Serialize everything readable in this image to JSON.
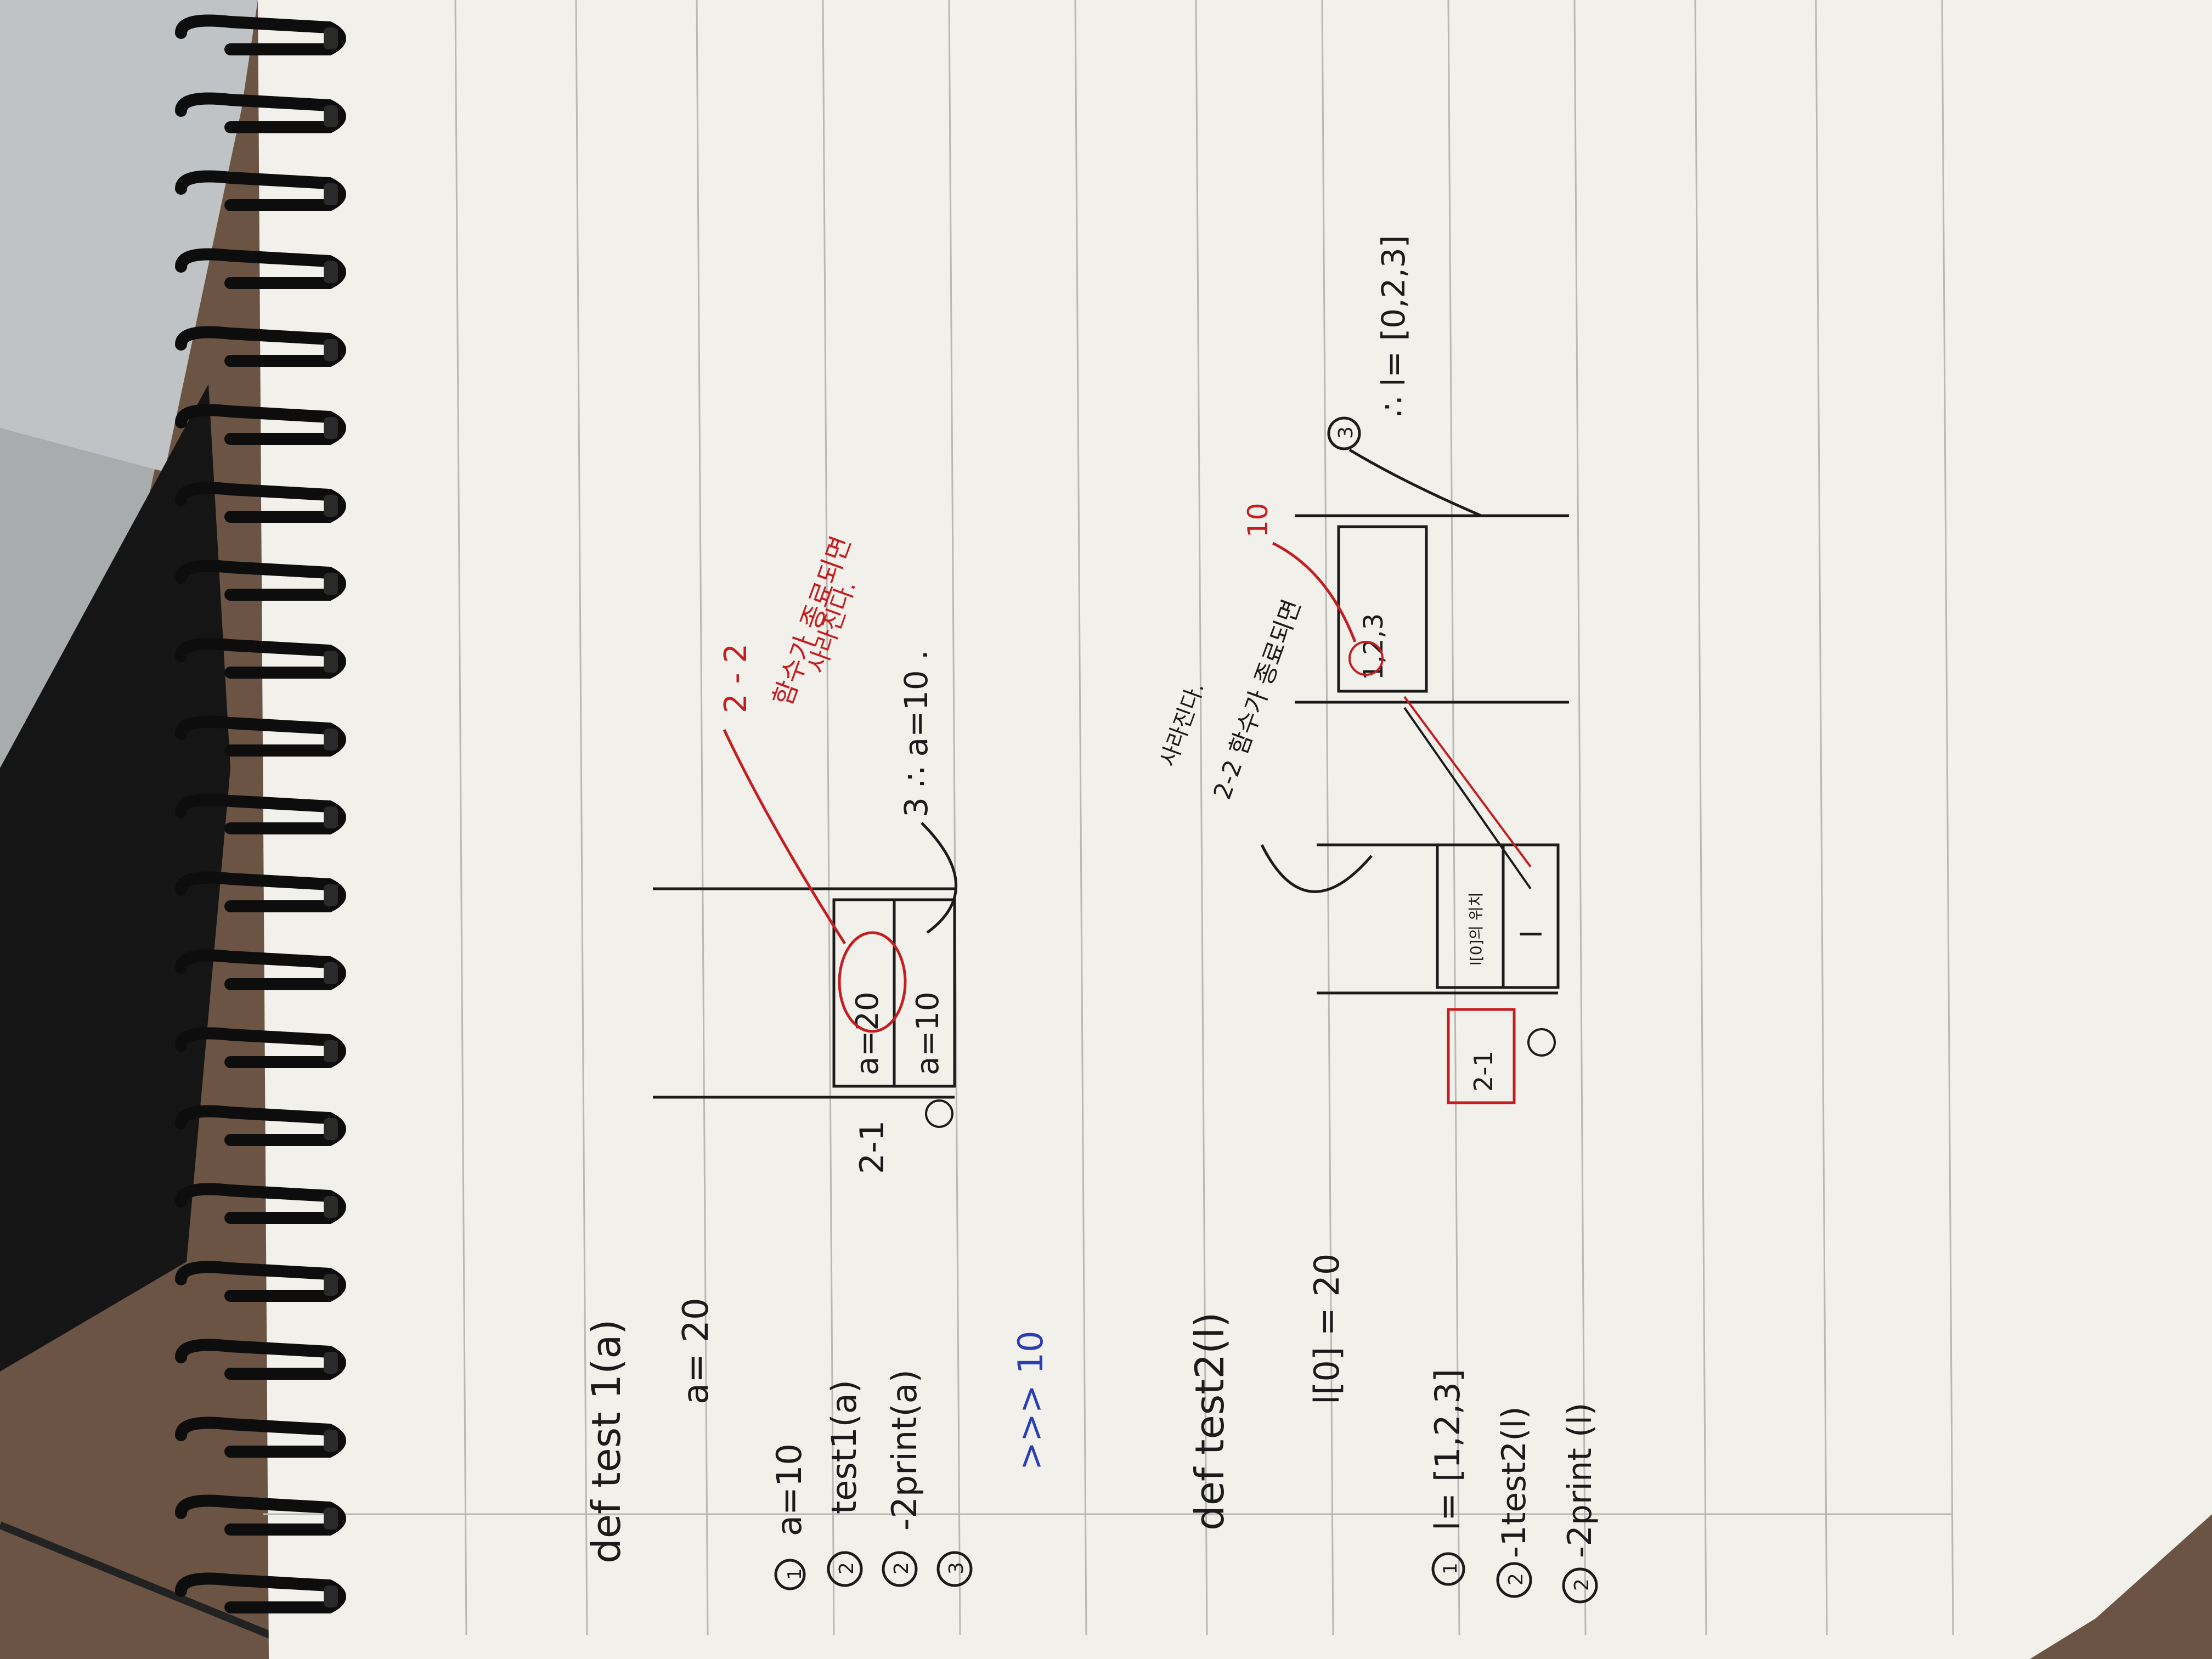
{
  "colors": {
    "ink": "#1b1b1b",
    "red_ink": "#c41e22",
    "blue_ink": "#2b3fb3",
    "paper": "#f1f0ea",
    "desk": "#6b5444",
    "laptop": "#b9bcbd"
  },
  "example1": {
    "def_line": "def  test 1(a)",
    "body_line": "a= 20",
    "call_1": "a=10",
    "call_2": "test1(a)",
    "call_3": "-2print(a)",
    "output": ">>> 10",
    "marker_2_1": "2-1",
    "frame_upper": "a=20",
    "frame_lower": "a=10",
    "note_2_2": "2 - 2",
    "note_korean_1": "함수가 종료되면",
    "note_korean_2": "사라진다.",
    "conclusion": "3 ∴ a=10 ."
  },
  "example2": {
    "def_line": "def  test2(l)",
    "body_line": "l[0] = 20",
    "call_1": "l= [1,2,3]",
    "call_2": "-1test2(l)",
    "call_3": "-2print (l)",
    "box_label": "2-1",
    "frame_note": "l[0]의 위치",
    "frame_var": "l",
    "heap_value": "1,2,3",
    "heap_new_value": "10",
    "note_2_2_a": "2-2 함수가 종료되면",
    "note_2_2_b": "사라진다.",
    "marker_3": "3",
    "conclusion": "∴ l= [0,2,3]"
  },
  "numbers": {
    "n1": "1",
    "n2": "2",
    "n3": "3"
  }
}
